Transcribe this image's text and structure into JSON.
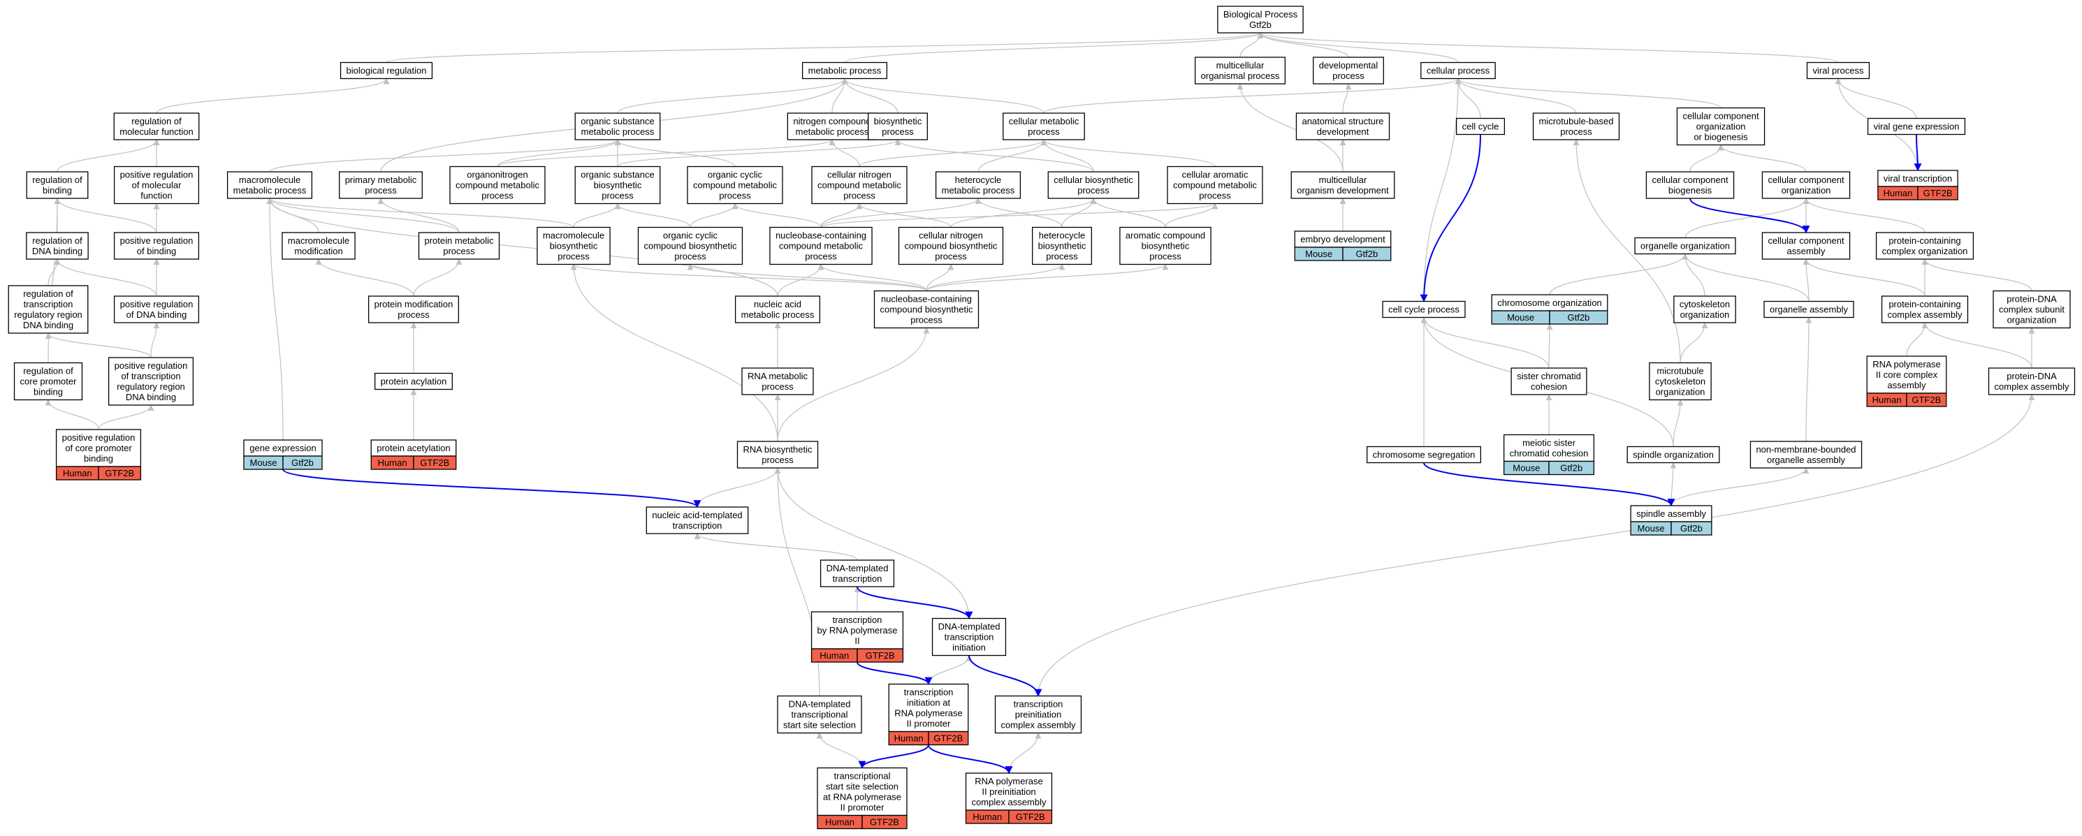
{
  "nodes": [
    {
      "id": "bp",
      "lines": [
        "Biological Process",
        "Gtf2b"
      ]
    },
    {
      "id": "br",
      "lines": [
        "biological regulation"
      ]
    },
    {
      "id": "mp",
      "lines": [
        "metabolic process"
      ]
    },
    {
      "id": "mop",
      "lines": [
        "multicellular",
        "organismal process"
      ]
    },
    {
      "id": "dp",
      "lines": [
        "developmental",
        "process"
      ]
    },
    {
      "id": "cp",
      "lines": [
        "cellular process"
      ]
    },
    {
      "id": "vp",
      "lines": [
        "viral process"
      ]
    },
    {
      "id": "rmf",
      "lines": [
        "regulation of",
        "molecular function"
      ]
    },
    {
      "id": "osmp",
      "lines": [
        "organic substance",
        "metabolic process"
      ]
    },
    {
      "id": "ncmp",
      "lines": [
        "nitrogen compound",
        "metabolic process"
      ]
    },
    {
      "id": "bsp",
      "lines": [
        "biosynthetic",
        "process"
      ]
    },
    {
      "id": "cmp",
      "lines": [
        "cellular metabolic",
        "process"
      ]
    },
    {
      "id": "asd",
      "lines": [
        "anatomical structure",
        "development"
      ]
    },
    {
      "id": "cc",
      "lines": [
        "cell cycle"
      ]
    },
    {
      "id": "mbp",
      "lines": [
        "microtubule-based",
        "process"
      ]
    },
    {
      "id": "ccob",
      "lines": [
        "cellular component",
        "organization",
        "or biogenesis"
      ]
    },
    {
      "id": "vge",
      "lines": [
        "viral gene expression"
      ]
    },
    {
      "id": "rb",
      "lines": [
        "regulation of",
        "binding"
      ]
    },
    {
      "id": "prmf",
      "lines": [
        "positive regulation",
        "of molecular",
        "function"
      ]
    },
    {
      "id": "mmp",
      "lines": [
        "macromolecule",
        "metabolic process"
      ]
    },
    {
      "id": "pmp",
      "lines": [
        "primary metabolic",
        "process"
      ]
    },
    {
      "id": "onmp",
      "lines": [
        "organonitrogen",
        "compound metabolic",
        "process"
      ]
    },
    {
      "id": "osbp",
      "lines": [
        "organic substance",
        "biosynthetic",
        "process"
      ]
    },
    {
      "id": "occmp",
      "lines": [
        "organic cyclic",
        "compound metabolic",
        "process"
      ]
    },
    {
      "id": "cncmp",
      "lines": [
        "cellular nitrogen",
        "compound metabolic",
        "process"
      ]
    },
    {
      "id": "hmp",
      "lines": [
        "heterocycle",
        "metabolic process"
      ]
    },
    {
      "id": "cbp",
      "lines": [
        "cellular biosynthetic",
        "process"
      ]
    },
    {
      "id": "cacmp",
      "lines": [
        "cellular aromatic",
        "compound metabolic",
        "process"
      ]
    },
    {
      "id": "mod",
      "lines": [
        "multicellular",
        "organism development"
      ]
    },
    {
      "id": "ccb",
      "lines": [
        "cellular component",
        "biogenesis"
      ]
    },
    {
      "id": "cco",
      "lines": [
        "cellular component",
        "organization"
      ]
    },
    {
      "id": "vt",
      "lines": [
        "viral transcription"
      ],
      "badge": [
        "Human",
        "GTF2B"
      ],
      "color": "#f2604a"
    },
    {
      "id": "rdb",
      "lines": [
        "regulation of",
        "DNA binding"
      ]
    },
    {
      "id": "prb",
      "lines": [
        "positive regulation",
        "of binding"
      ]
    },
    {
      "id": "mm",
      "lines": [
        "macromolecule",
        "modification"
      ]
    },
    {
      "id": "prmet",
      "lines": [
        "protein metabolic",
        "process"
      ]
    },
    {
      "id": "mbsp",
      "lines": [
        "macromolecule",
        "biosynthetic",
        "process"
      ]
    },
    {
      "id": "occbp",
      "lines": [
        "organic cyclic",
        "compound biosynthetic",
        "process"
      ]
    },
    {
      "id": "nbcmp",
      "lines": [
        "nucleobase-containing",
        "compound metabolic",
        "process"
      ]
    },
    {
      "id": "cncbp",
      "lines": [
        "cellular nitrogen",
        "compound biosynthetic",
        "process"
      ]
    },
    {
      "id": "hbp",
      "lines": [
        "heterocycle",
        "biosynthetic",
        "process"
      ]
    },
    {
      "id": "acbp",
      "lines": [
        "aromatic compound",
        "biosynthetic",
        "process"
      ]
    },
    {
      "id": "ed",
      "lines": [
        "embryo development"
      ],
      "badge": [
        "Mouse",
        "Gtf2b"
      ],
      "color": "#a6d3e2"
    },
    {
      "id": "oo",
      "lines": [
        "organelle organization"
      ]
    },
    {
      "id": "cca",
      "lines": [
        "cellular component",
        "assembly"
      ]
    },
    {
      "id": "pcco",
      "lines": [
        "protein-containing",
        "complex organization"
      ]
    },
    {
      "id": "rtrdb",
      "lines": [
        "regulation of",
        "transcription",
        "regulatory region",
        "DNA binding"
      ]
    },
    {
      "id": "prdb",
      "lines": [
        "positive regulation",
        "of DNA binding"
      ]
    },
    {
      "id": "pmodp",
      "lines": [
        "protein modification",
        "process"
      ]
    },
    {
      "id": "namp",
      "lines": [
        "nucleic acid",
        "metabolic process"
      ]
    },
    {
      "id": "nbcbp",
      "lines": [
        "nucleobase-containing",
        "compound biosynthetic",
        "process"
      ]
    },
    {
      "id": "ccp",
      "lines": [
        "cell cycle process"
      ]
    },
    {
      "id": "co",
      "lines": [
        "chromosome organization"
      ],
      "badge": [
        "Mouse",
        "Gtf2b"
      ],
      "color": "#a6d3e2"
    },
    {
      "id": "cyo",
      "lines": [
        "cytoskeleton",
        "organization"
      ]
    },
    {
      "id": "oa",
      "lines": [
        "organelle assembly"
      ]
    },
    {
      "id": "pcca",
      "lines": [
        "protein-containing",
        "complex assembly"
      ]
    },
    {
      "id": "pdcso",
      "lines": [
        "protein-DNA",
        "complex subunit",
        "organization"
      ]
    },
    {
      "id": "rcpb",
      "lines": [
        "regulation of",
        "core promoter",
        "binding"
      ]
    },
    {
      "id": "prtrdb",
      "lines": [
        "positive regulation",
        "of transcription",
        "regulatory region",
        "DNA binding"
      ]
    },
    {
      "id": "pa",
      "lines": [
        "protein acylation"
      ]
    },
    {
      "id": "rmp",
      "lines": [
        "RNA metabolic",
        "process"
      ]
    },
    {
      "id": "scc",
      "lines": [
        "sister chromatid",
        "cohesion"
      ]
    },
    {
      "id": "mco",
      "lines": [
        "microtubule",
        "cytoskeleton",
        "organization"
      ]
    },
    {
      "id": "rpcca",
      "lines": [
        "RNA polymerase",
        "II core complex",
        "assembly"
      ],
      "badge": [
        "Human",
        "GTF2B"
      ],
      "color": "#f2604a"
    },
    {
      "id": "pdca",
      "lines": [
        "protein-DNA",
        "complex assembly"
      ]
    },
    {
      "id": "prcpb",
      "lines": [
        "positive regulation",
        "of core promoter",
        "binding"
      ],
      "badge": [
        "Human",
        "GTF2B"
      ],
      "color": "#f2604a"
    },
    {
      "id": "ge",
      "lines": [
        "gene expression"
      ],
      "badge": [
        "Mouse",
        "Gtf2b"
      ],
      "color": "#a6d3e2"
    },
    {
      "id": "pac",
      "lines": [
        "protein acetylation"
      ],
      "badge": [
        "Human",
        "GTF2B"
      ],
      "color": "#f2604a"
    },
    {
      "id": "rbp",
      "lines": [
        "RNA biosynthetic",
        "process"
      ]
    },
    {
      "id": "msc",
      "lines": [
        "meiotic sister",
        "chromatid cohesion"
      ],
      "badge": [
        "Mouse",
        "Gtf2b"
      ],
      "color": "#a6d3e2"
    },
    {
      "id": "cs",
      "lines": [
        "chromosome segregation"
      ]
    },
    {
      "id": "so",
      "lines": [
        "spindle organization"
      ]
    },
    {
      "id": "nmboa",
      "lines": [
        "non-membrane-bounded",
        "organelle assembly"
      ]
    },
    {
      "id": "nat",
      "lines": [
        "nucleic acid-templated",
        "transcription"
      ]
    },
    {
      "id": "sa",
      "lines": [
        "spindle assembly"
      ],
      "badge": [
        "Mouse",
        "Gtf2b"
      ],
      "color": "#a6d3e2"
    },
    {
      "id": "dt",
      "lines": [
        "DNA-templated",
        "transcription"
      ]
    },
    {
      "id": "trp",
      "lines": [
        "transcription",
        "by RNA polymerase",
        "II"
      ],
      "badge": [
        "Human",
        "GTF2B"
      ],
      "color": "#f2604a"
    },
    {
      "id": "dti",
      "lines": [
        "DNA-templated",
        "transcription",
        "initiation"
      ]
    },
    {
      "id": "dtss",
      "lines": [
        "DNA-templated",
        "transcriptional",
        "start site selection"
      ]
    },
    {
      "id": "tirp",
      "lines": [
        "transcription",
        "initiation at",
        "RNA polymerase",
        "II promoter"
      ],
      "badge": [
        "Human",
        "GTF2B"
      ],
      "color": "#f2604a"
    },
    {
      "id": "tpca",
      "lines": [
        "transcription",
        "preinitiation",
        "complex assembly"
      ]
    },
    {
      "id": "tssrp",
      "lines": [
        "transcriptional",
        "start site selection",
        "at RNA polymerase",
        "II promoter"
      ],
      "badge": [
        "Human",
        "GTF2B"
      ],
      "color": "#f2604a"
    },
    {
      "id": "rppca",
      "lines": [
        "RNA polymerase",
        "II preinitiation",
        "complex assembly"
      ],
      "badge": [
        "Human",
        "GTF2B"
      ],
      "color": "#f2604a"
    }
  ],
  "edges": [
    [
      "br",
      "bp"
    ],
    [
      "mp",
      "bp"
    ],
    [
      "mop",
      "bp"
    ],
    [
      "dp",
      "bp"
    ],
    [
      "cp",
      "bp"
    ],
    [
      "vp",
      "bp"
    ],
    [
      "rmf",
      "br"
    ],
    [
      "osmp",
      "mp"
    ],
    [
      "ncmp",
      "mp"
    ],
    [
      "bsp",
      "mp"
    ],
    [
      "cmp",
      "mp"
    ],
    [
      "cmp",
      "cp"
    ],
    [
      "asd",
      "dp"
    ],
    [
      "mod",
      "mop"
    ],
    [
      "mod",
      "asd"
    ],
    [
      "ed",
      "mod"
    ],
    [
      "cc",
      "cp"
    ],
    [
      "mbp",
      "cp"
    ],
    [
      "ccob",
      "cp"
    ],
    [
      "vge",
      "vp"
    ],
    [
      "vt",
      "vp"
    ],
    [
      "rb",
      "rmf"
    ],
    [
      "prmf",
      "rmf"
    ],
    [
      "mmp",
      "osmp"
    ],
    [
      "pmp",
      "mp"
    ],
    [
      "onmp",
      "osmp"
    ],
    [
      "onmp",
      "ncmp"
    ],
    [
      "osbp",
      "osmp"
    ],
    [
      "osbp",
      "bsp"
    ],
    [
      "occmp",
      "osmp"
    ],
    [
      "cncmp",
      "ncmp"
    ],
    [
      "cncmp",
      "cmp"
    ],
    [
      "hmp",
      "cmp"
    ],
    [
      "cbp",
      "cmp"
    ],
    [
      "cbp",
      "bsp"
    ],
    [
      "cacmp",
      "cmp"
    ],
    [
      "ccb",
      "ccob"
    ],
    [
      "cco",
      "ccob"
    ],
    [
      "cca",
      "cco"
    ],
    [
      "oo",
      "cco"
    ],
    [
      "pcco",
      "cco"
    ],
    [
      "rdb",
      "rb"
    ],
    [
      "prb",
      "rb"
    ],
    [
      "prb",
      "prmf"
    ],
    [
      "mm",
      "mmp"
    ],
    [
      "prmet",
      "mmp"
    ],
    [
      "prmet",
      "pmp"
    ],
    [
      "mbsp",
      "mmp"
    ],
    [
      "mbsp",
      "osbp"
    ],
    [
      "occbp",
      "occmp"
    ],
    [
      "occbp",
      "osbp"
    ],
    [
      "nbcmp",
      "occmp"
    ],
    [
      "nbcmp",
      "cncmp"
    ],
    [
      "nbcmp",
      "hmp"
    ],
    [
      "nbcmp",
      "cacmp"
    ],
    [
      "cncbp",
      "cncmp"
    ],
    [
      "cncbp",
      "cbp"
    ],
    [
      "hbp",
      "hmp"
    ],
    [
      "hbp",
      "cbp"
    ],
    [
      "acbp",
      "cacmp"
    ],
    [
      "acbp",
      "cbp"
    ],
    [
      "rtrdb",
      "rdb"
    ],
    [
      "prdb",
      "rdb"
    ],
    [
      "prdb",
      "prb"
    ],
    [
      "pmodp",
      "mm"
    ],
    [
      "pmodp",
      "prmet"
    ],
    [
      "namp",
      "nbcmp"
    ],
    [
      "namp",
      "mmp"
    ],
    [
      "nbcbp",
      "nbcmp"
    ],
    [
      "nbcbp",
      "mbsp"
    ],
    [
      "nbcbp",
      "occbp"
    ],
    [
      "nbcbp",
      "cncbp"
    ],
    [
      "nbcbp",
      "hbp"
    ],
    [
      "nbcbp",
      "acbp"
    ],
    [
      "ccp",
      "cp"
    ],
    [
      "co",
      "oo"
    ],
    [
      "cyo",
      "oo"
    ],
    [
      "oa",
      "oo"
    ],
    [
      "oa",
      "cca"
    ],
    [
      "pcca",
      "cca"
    ],
    [
      "pcca",
      "pcco"
    ],
    [
      "pdcso",
      "pcco"
    ],
    [
      "rcpb",
      "rb"
    ],
    [
      "prtrdb",
      "rtrdb"
    ],
    [
      "prtrdb",
      "prdb"
    ],
    [
      "pa",
      "pmodp"
    ],
    [
      "rmp",
      "namp"
    ],
    [
      "scc",
      "ccp"
    ],
    [
      "scc",
      "co"
    ],
    [
      "mco",
      "cyo"
    ],
    [
      "mco",
      "mbp"
    ],
    [
      "rpcca",
      "pcca"
    ],
    [
      "pdca",
      "pcca"
    ],
    [
      "pdca",
      "pdcso"
    ],
    [
      "prcpb",
      "rcpb"
    ],
    [
      "prcpb",
      "prtrdb"
    ],
    [
      "ge",
      "mmp"
    ],
    [
      "pac",
      "pa"
    ],
    [
      "rbp",
      "rmp"
    ],
    [
      "rbp",
      "nbcbp"
    ],
    [
      "rbp",
      "mbsp"
    ],
    [
      "msc",
      "scc"
    ],
    [
      "cs",
      "ccp"
    ],
    [
      "so",
      "mco"
    ],
    [
      "so",
      "ccp"
    ],
    [
      "nmboa",
      "oa"
    ],
    [
      "nat",
      "rbp"
    ],
    [
      "sa",
      "so"
    ],
    [
      "sa",
      "nmboa"
    ],
    [
      "dt",
      "nat"
    ],
    [
      "trp",
      "dt"
    ],
    [
      "dti",
      "rbp"
    ],
    [
      "dtss",
      "rbp"
    ],
    [
      "tirp",
      "dti"
    ],
    [
      "tpca",
      "pdca"
    ],
    [
      "tssrp",
      "dtss"
    ],
    [
      "rppca",
      "tpca"
    ]
  ],
  "regulates": [
    [
      "cc",
      "ccp"
    ],
    [
      "ccb",
      "cca"
    ],
    [
      "vge",
      "vt"
    ],
    [
      "ge",
      "nat"
    ],
    [
      "cs",
      "sa"
    ],
    [
      "dt",
      "dti"
    ],
    [
      "trp",
      "tirp"
    ],
    [
      "dti",
      "tpca"
    ],
    [
      "tirp",
      "tssrp"
    ],
    [
      "tirp",
      "rppca"
    ]
  ],
  "colors": {
    "human_badge": "#f2604a",
    "mouse_badge": "#a6d3e2",
    "is_a_edge": "#c0c0c0",
    "regulates_edge": "#0000ee"
  }
}
